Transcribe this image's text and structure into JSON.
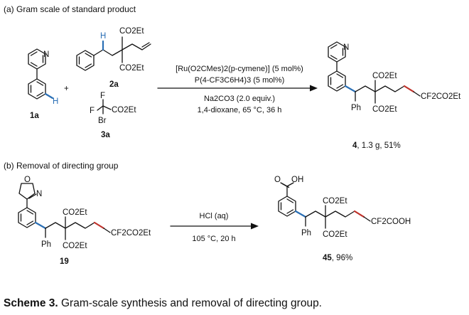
{
  "part_a": {
    "heading": "(a) Gram scale of standard product",
    "reagent_1": {
      "id": "1a",
      "atom_N": "N",
      "atom_H": "H"
    },
    "plus": "+",
    "reagent_2": {
      "id": "2a",
      "atom_H": "H",
      "ester_top": "CO2Et",
      "ester_bottom": "CO2Et"
    },
    "reagent_3": {
      "id": "3a",
      "atom_F_top": "F",
      "atom_F_left": "F",
      "ester": "CO2Et",
      "atom_Br": "Br"
    },
    "conditions_above": [
      "[Ru(O2CMes)2(p-cymene)] (5 mol%)",
      "P(4-CF3C6H4)3 (5 mol%)"
    ],
    "conditions_below": [
      "Na2CO3 (2.0 equiv.)",
      "1,4-dioxane, 65 °C, 36 h"
    ],
    "product": {
      "atom_N": "N",
      "ph": "Ph",
      "ester_top": "CO2Et",
      "ester_bottom": "CO2Et",
      "tail": "CF2CO2Et",
      "id": "4",
      "yield_text": ", 1.3 g, 51%"
    }
  },
  "part_b": {
    "heading": "(b) Removal of directing group",
    "start": {
      "atom_O": "O",
      "atom_N": "N",
      "ph": "Ph",
      "ester_top": "CO2Et",
      "ester_bottom": "CO2Et",
      "tail": "CF2CO2Et",
      "id": "19"
    },
    "conditions_above": [
      "HCl (aq)"
    ],
    "conditions_below": [
      "105 °C, 20 h"
    ],
    "product": {
      "acid": "OH",
      "atom_O": "O",
      "ph": "Ph",
      "ester_top": "CO2Et",
      "ester_bottom": "CO2Et",
      "tail": "CF2COOH",
      "id": "45",
      "yield_text": ", 96%"
    }
  },
  "caption": {
    "label": "Scheme 3.",
    "text": " Gram-scale synthesis and removal of directing group."
  },
  "colors": {
    "new_bond_blue": "#2a6fb5",
    "new_bond_red": "#c0322b",
    "ink": "#111111"
  }
}
